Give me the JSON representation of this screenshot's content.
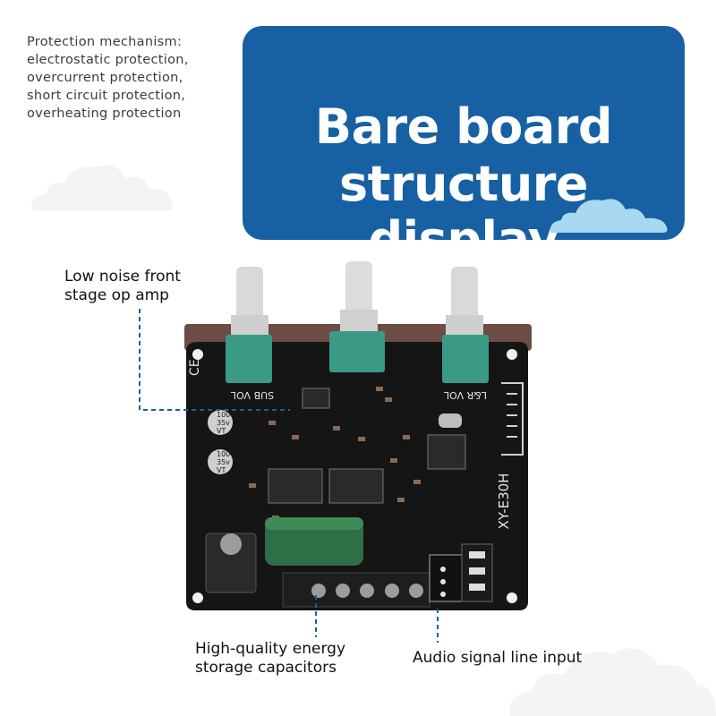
{
  "protection": {
    "lines": [
      "Protection mechanism:",
      "electrostatic protection,",
      "overcurrent protection,",
      "short circuit protection,",
      "overheating protection"
    ]
  },
  "title": {
    "line1": "Bare board",
    "line2": "structure display",
    "bg_color": "#1660a3"
  },
  "callouts": {
    "op_amp": {
      "line1": "Low noise front",
      "line2": "stage op amp"
    },
    "capacitors": {
      "line1": "High-quality energy",
      "line2": "storage capacitors"
    },
    "audio_input": {
      "text": "Audio signal line input"
    }
  },
  "board": {
    "silk_sub_vol": "SUB VOL",
    "silk_lr_vol": "L&R VOL",
    "silk_model": "XY-E30H",
    "silk_ce": "CE",
    "cap_label_line1": "100",
    "cap_label_line2": "35v",
    "cap_label_line3": "VT",
    "pcb_color": "#151515",
    "pot_color": "#3a9a86"
  }
}
